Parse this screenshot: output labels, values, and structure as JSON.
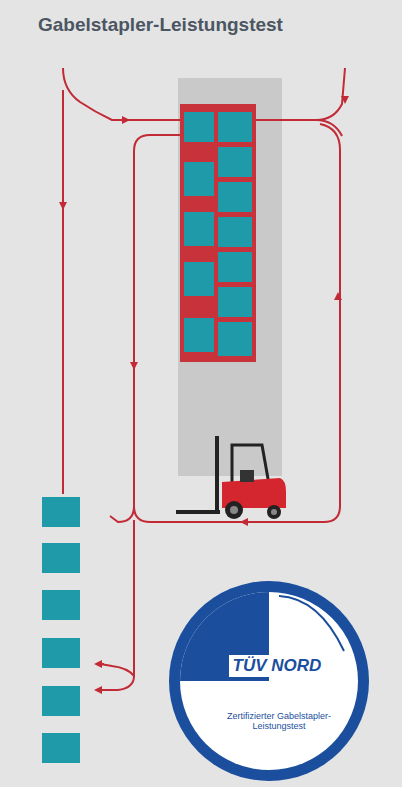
{
  "diagram": {
    "title": "Gabelstapler-Leistungstest",
    "nodes": [
      {
        "text": [
          "TÜV NORD",
          "Zertifizierter Gabelstapler-Leistungstest"
        ]
      }
    ]
  }
}
